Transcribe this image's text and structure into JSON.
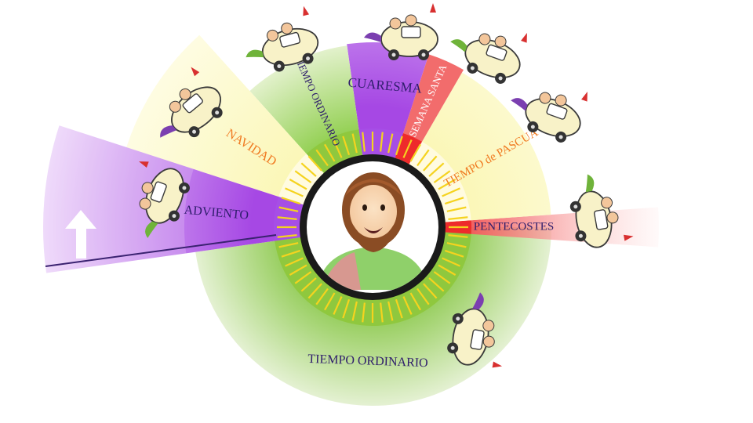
{
  "seasons": {
    "adviento": "ADVIENTO",
    "navidad": "NAVIDAD",
    "tiempo_ordinario_1": "TIEMPO ORDINARIO",
    "cuaresma": "CUARESMA",
    "semana_santa": "SEMANA SANTA",
    "tiempo_pascua": "TIEMPO de PASCUA",
    "pentecostes": "PENTECOSTES",
    "tiempo_ordinario_2": "TIEMPO ORDINARIO"
  },
  "colors": {
    "adviento": "#b86ee8",
    "navidad": "#fdfbd2",
    "ordinario": "#a9d86a",
    "cuaresma": "#b86ee8",
    "semana_santa": "#f26c6c",
    "pascua": "#fdfbd2",
    "pentecostes": "#ee2b2b",
    "hub_ring": "#8fc83e",
    "rays": "#f5d31f",
    "label_dark": "#2e1d6b",
    "label_orange": "#f07b22"
  },
  "icons": {
    "center": "jesus-portrait-icon",
    "start": "start-arrow-icon",
    "vehicles": "pilgrim-car-icon"
  }
}
